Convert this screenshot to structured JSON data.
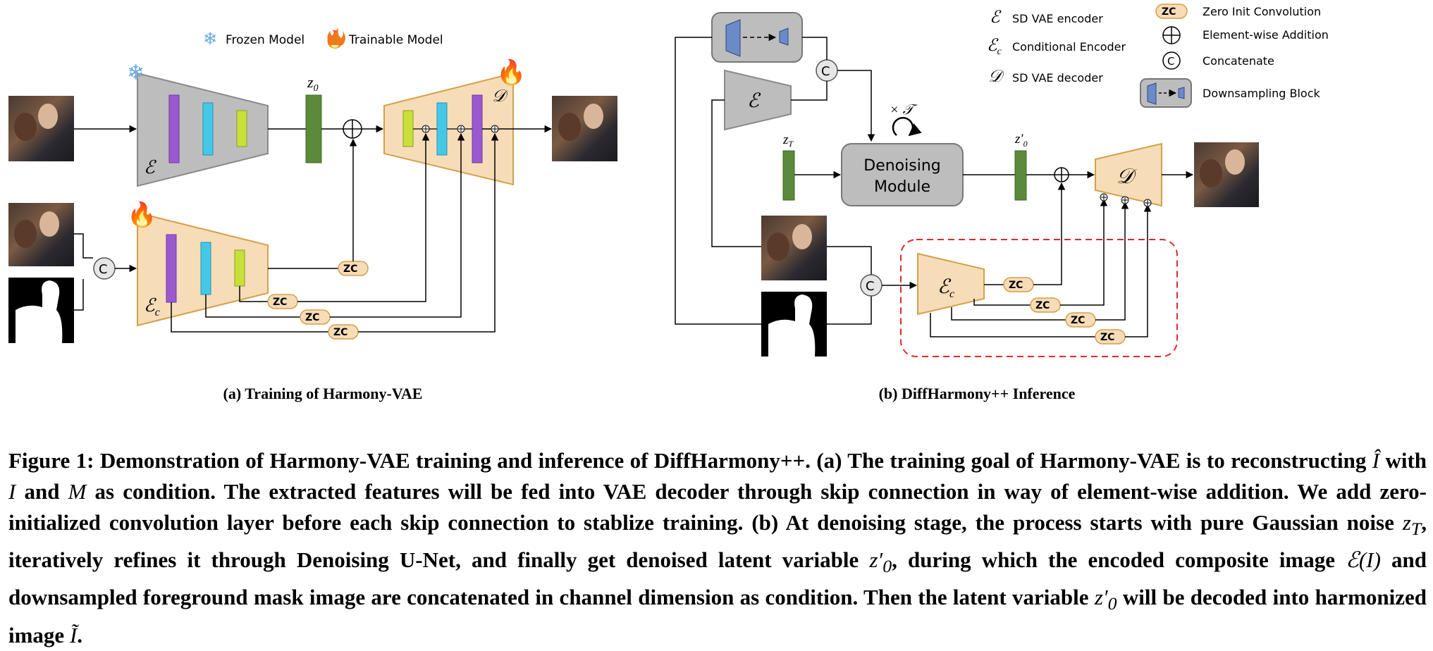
{
  "legend_left": {
    "frozen_label": "Frozen Model",
    "trainable_label": "Trainable Model"
  },
  "legend_right": {
    "encoder_symbol": "ℰ",
    "encoder_label": "SD VAE encoder",
    "cond_encoder_symbol": "ℰ",
    "cond_encoder_sub": "c",
    "cond_encoder_label": "Conditional Encoder",
    "decoder_symbol": "𝒟",
    "decoder_label": "SD VAE decoder",
    "zc_label": "Zero Init Convolution",
    "add_label": "Element-wise Addition",
    "concat_label": "Concatenate",
    "down_label": "Downsampling Block"
  },
  "symbols": {
    "encoder": "ℰ",
    "cond_encoder": "ℰ",
    "cond_sub": "c",
    "decoder": "𝒟",
    "z0": "z",
    "z0_sub": "0",
    "zT": "z",
    "zT_sub": "T",
    "z0prime": "z′",
    "z0prime_sub": "0",
    "zc": "ZC",
    "concat": "C",
    "times_T": "× 𝒯"
  },
  "denoising": {
    "line1": "Denoising",
    "line2": "Module"
  },
  "panels": {
    "a_title": "(a) Training of Harmony-VAE",
    "b_title": "(b) DiffHarmony++ Inference"
  },
  "caption": {
    "label": "Figure 1:",
    "s1": "Demonstration of Harmony-VAE training and inference of DiffHarmony++. (a) The training goal of Harmony-VAE is to reconstructing",
    "hat_I": "Î",
    "s2": "with",
    "I": "I",
    "s3": "and",
    "M": "M",
    "s4": "as condition. The extracted features will be fed into VAE decoder through skip connection in way of element-wise addition. We add zero-initialized convolution layer before each skip connection to stablize training. (b) At denoising stage, the process starts with pure Gaussian noise",
    "zT": "z",
    "zT_sub": "T",
    "s5": ", iteratively refines it through Denoising U-Net, and finally get denoised latent variable",
    "z0p": "z′",
    "z0p_sub": "0",
    "s6": ", during which the encoded composite image",
    "EI": "ℰ(I)",
    "s7": "and downsampled foreground mask image are concatenated in channel dimension as condition. Then the latent variable",
    "s8": "will be decoded into harmonized image",
    "tilde_I": "Ĩ",
    "s9": "."
  }
}
